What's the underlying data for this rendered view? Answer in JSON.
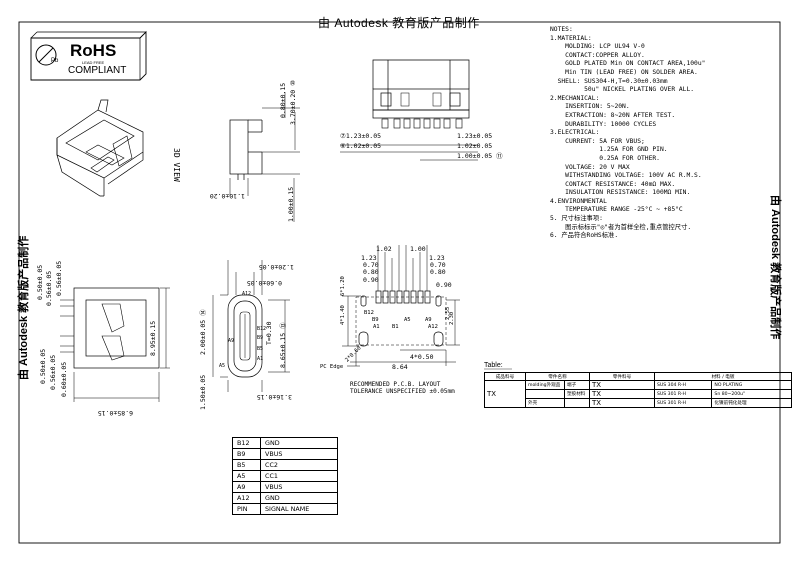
{
  "header": {
    "top_title": "由 Autodesk 教育版产品制作",
    "side_left_title": "由 Autodesk 教育版产品制作",
    "side_right_title": "由 Autodesk 教育版产品制作"
  },
  "logo": {
    "big": "RoHS",
    "small_top": "LEAD FREE",
    "small_bottom": "COMPLIANT",
    "mark": "Pb"
  },
  "notes": {
    "lines": [
      "NOTES:",
      "1.MATERIAL:",
      "    MOLDING: LCP UL94 V-0",
      "    CONTACT:COPPER ALLOY.",
      "    GOLD PLATED Min ON CONTACT AREA,100u\"",
      "    Min TIN (LEAD FREE) ON SOLDER AREA.",
      "  SHELL: SUS304-H,T=0.30±0.03mm",
      "         50u\" NICKEL PLATING OVER ALL.",
      "2.MECHANICAL:",
      "    INSERTION: 5~20N.",
      "    EXTRACTION: 8~20N AFTER TEST.",
      "    DURABILITY: 10000 CYCLES",
      "3.ELECTRICAL:",
      "    CURRENT: 5A FOR VBUS;",
      "             1.25A FOR GND PIN.",
      "             0.25A FOR OTHER.",
      "    VOLTAGE: 20 V MAX",
      "    WITHSTANDING VOLTAGE: 100V AC R.M.S.",
      "    CONTACT RESISTANCE: 40mΩ MAX.",
      "    INSULATION RESISTANCE: 100MΩ MIN.",
      "4.ENVIRONMENTAL",
      "    TEMPERATURE RANGE -25°C ~ +85°C",
      "5. 尺寸标注事项:",
      "    图示标标示\"◎\"者为首样全检,重点管控尺寸.",
      "6. 产品符合RoHS标准."
    ]
  },
  "dimensions": {
    "top_left": [
      "⑦1.23±0.05",
      "⑥1.02±0.05"
    ],
    "top_right": [
      "1.23±0.05",
      "1.02±0.05",
      "1.00±0.05 ⑪"
    ],
    "side_view": [
      "0.80±0.15",
      "3.70±0.20 ⑩",
      "1.10±0.20",
      "1.00±0.15",
      "3D VIEW"
    ],
    "front_top": [
      "1.20±0.05",
      "0.60±0.05"
    ],
    "front_side": [
      "2.00±0.05 ⑭",
      "T=0.30",
      "8.65±0.15 ⑬",
      "1.50±0.05",
      "3.16±0.15"
    ],
    "pin_names_front": [
      "A12",
      "A9",
      "A5",
      "B12",
      "B9",
      "B5",
      "A1"
    ],
    "left_view": [
      "0.50±0.05",
      "0.56±0.05",
      "0.56±0.05",
      "8.95±0.15",
      "0.50±0.05",
      "0.56±0.05",
      "0.60±0.05",
      "6.85±0.15"
    ],
    "pcb_top": [
      "1.02",
      "1.00",
      "1.23",
      "1.23",
      "0.70",
      "0.70",
      "0.80",
      "0.80",
      "0.90",
      "0.90"
    ],
    "pcb_left": [
      "6*1.20",
      "4*1.40",
      "B12",
      "B9",
      "A1",
      "A5",
      "B1",
      "A9",
      "A12",
      "2.30"
    ],
    "pcb_bottom": [
      "4*0.50",
      "8.64"
    ],
    "pcb_extra": [
      "2*0.60",
      "2.55"
    ],
    "pc_edge": "PC Edge",
    "layout_caption_1": "RECOMMENDED  P.C.B. LAYOUT",
    "layout_caption_2": "TOLERANCE UNSPECIFIED ±0.05mm"
  },
  "pin_table": {
    "rows": [
      {
        "pin": "B12",
        "name": "GND"
      },
      {
        "pin": "B9",
        "name": "VBUS"
      },
      {
        "pin": "B5",
        "name": "CC2"
      },
      {
        "pin": "A5",
        "name": "CC1"
      },
      {
        "pin": "A9",
        "name": "VBUS"
      },
      {
        "pin": "A12",
        "name": "GND"
      },
      {
        "pin": "PIN",
        "name": "SIGNAL NAME"
      }
    ]
  },
  "material_table": {
    "caption": "Table:",
    "headers": [
      "成品料号",
      "零件名称",
      "零件料号",
      "材料 / 电镀"
    ],
    "group_code": "TX",
    "rows": [
      {
        "part_name": "molding外观品",
        "sub": "端子",
        "code": "TX",
        "material": "SUS 304 R-H",
        "plating": "NO PLATING"
      },
      {
        "part_name": "",
        "sub": "塑胶材料",
        "code": "TX",
        "material": "SUS 301 R-H",
        "plating": "Sn 80~200u\""
      },
      {
        "part_name": "外壳",
        "sub": "",
        "code": "TX",
        "material": "SUS 301 R-H",
        "plating": "化镍前钝化处理"
      }
    ]
  }
}
